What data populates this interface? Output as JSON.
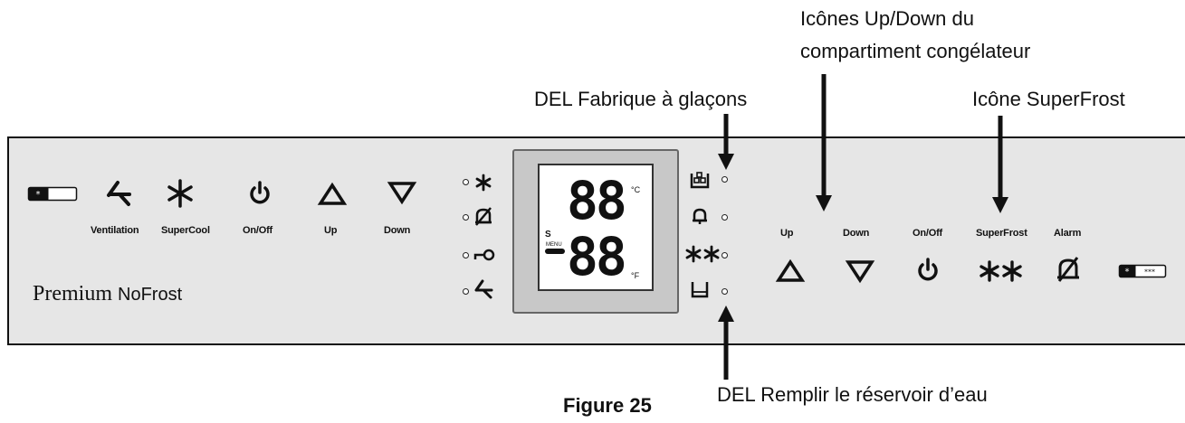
{
  "callouts": {
    "freezer_updown": [
      "Icônes Up/Down du",
      "compartiment congélateur"
    ],
    "icemaker_led": "DEL Fabrique à glaçons",
    "superfrost_icon": "Icône SuperFrost",
    "water_led": "DEL Remplir le réservoir d’eau"
  },
  "figure_caption": "Figure 25",
  "brand": {
    "name": "Premium",
    "sub": "NoFrost"
  },
  "left_buttons": [
    {
      "label": "Ventilation",
      "icon": "fan-icon"
    },
    {
      "label": "SuperCool",
      "icon": "snowflake-icon"
    },
    {
      "label": "On/Off",
      "icon": "power-icon"
    },
    {
      "label": "Up",
      "icon": "up-triangle-icon"
    },
    {
      "label": "Down",
      "icon": "down-triangle-icon"
    }
  ],
  "right_buttons": [
    {
      "label": "Up",
      "icon": "up-triangle-icon"
    },
    {
      "label": "Down",
      "icon": "down-triangle-icon"
    },
    {
      "label": "On/Off",
      "icon": "power-icon"
    },
    {
      "label": "SuperFrost",
      "icon": "double-snowflake-icon"
    },
    {
      "label": "Alarm",
      "icon": "alarm-off-icon"
    }
  ],
  "display": {
    "top_digits": "88",
    "bottom_digits": "88",
    "unit_c": "°C",
    "unit_f": "°F",
    "s_label": "S",
    "menu_label": "MENU"
  },
  "left_indicators": [
    "snowflake-icon",
    "alarm-off-icon",
    "key-icon",
    "fan-icon"
  ],
  "right_indicators": [
    "ice-maker-icon",
    "bell-icon",
    "double-snowflake-icon",
    "water-tank-icon"
  ]
}
